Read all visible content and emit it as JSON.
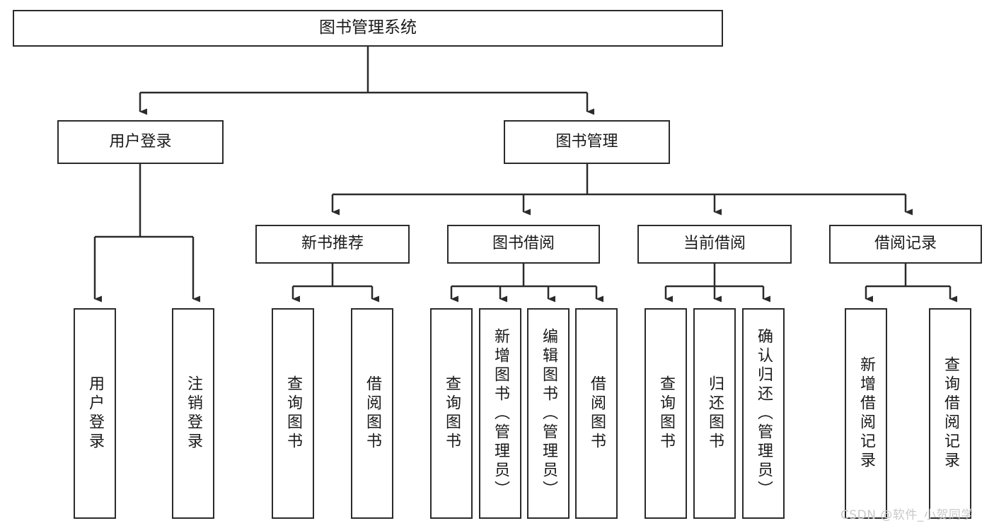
{
  "diagram": {
    "title": "图书管理系统",
    "type": "tree-hierarchy-diagram",
    "style": {
      "box_border": "#2b2b2b",
      "box_fill": "#ffffff",
      "line": "#2b2b2b",
      "text": "#1a1a1a",
      "background": "#ffffff"
    },
    "root": {
      "label": "图书管理系统"
    },
    "level2": [
      {
        "label": "用户登录"
      },
      {
        "label": "图书管理"
      }
    ],
    "level3": [
      {
        "label": "新书推荐"
      },
      {
        "label": "图书借阅"
      },
      {
        "label": "当前借阅"
      },
      {
        "label": "借阅记录"
      }
    ],
    "leaves": {
      "user_login": [
        {
          "label": "用户登录"
        },
        {
          "label": "注销登录"
        }
      ],
      "new_book_recommend": [
        {
          "label": "查询图书"
        },
        {
          "label": "借阅图书"
        }
      ],
      "book_borrow": [
        {
          "label": "查询图书"
        },
        {
          "label": "新增图书（管理员）"
        },
        {
          "label": "编辑图书（管理员）"
        },
        {
          "label": "借阅图书"
        }
      ],
      "current_borrow": [
        {
          "label": "查询图书"
        },
        {
          "label": "归还图书"
        },
        {
          "label": "确认归还（管理员）"
        }
      ],
      "borrow_record": [
        {
          "label": "新增借阅记录"
        },
        {
          "label": "查询借阅记录"
        }
      ]
    }
  },
  "watermark": {
    "text": "CSDN @软件_小贺同学",
    "color": "#c9c9c9"
  }
}
